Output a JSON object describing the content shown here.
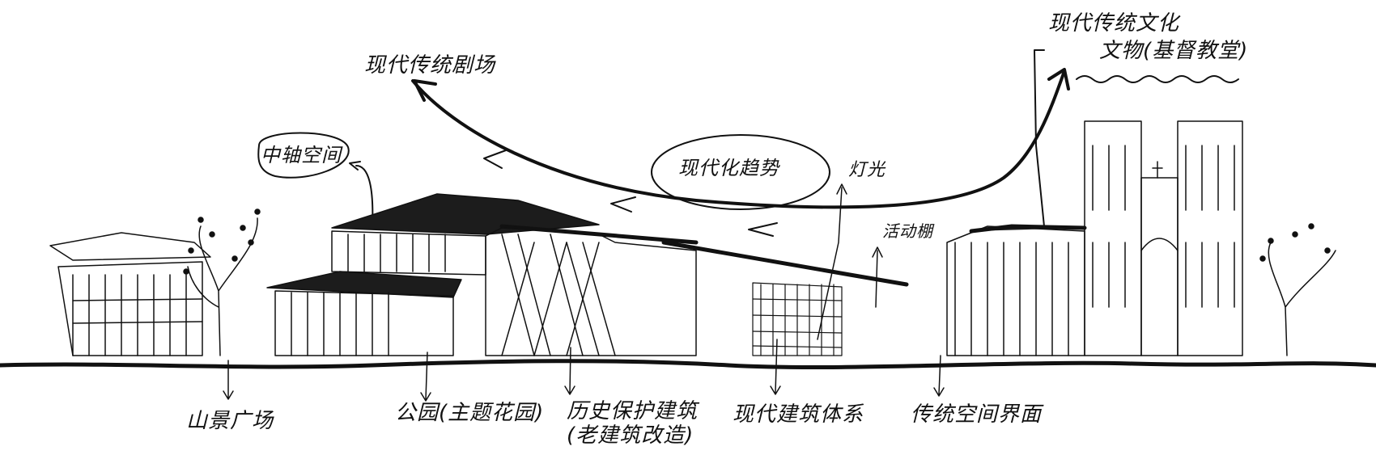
{
  "labels": {
    "top_left": "现代传统剧场",
    "top_right_1": "现代传统文化",
    "top_right_2": "文物(基督教堂)",
    "zhongjian": "中轴空间",
    "trend": "现代化趋势",
    "light": "灯光",
    "pavilion": "活动棚",
    "bottom": {
      "b1": "山景广场",
      "b2": "公园(主题花园)",
      "b3a": "历史保护建筑",
      "b3b": "(老建筑改造)",
      "b4": "现代建筑体系",
      "b5": "传统空间界面"
    }
  },
  "colors": {
    "ink": "#111111",
    "paper": "#ffffff",
    "shade": "#1c1c1c"
  }
}
